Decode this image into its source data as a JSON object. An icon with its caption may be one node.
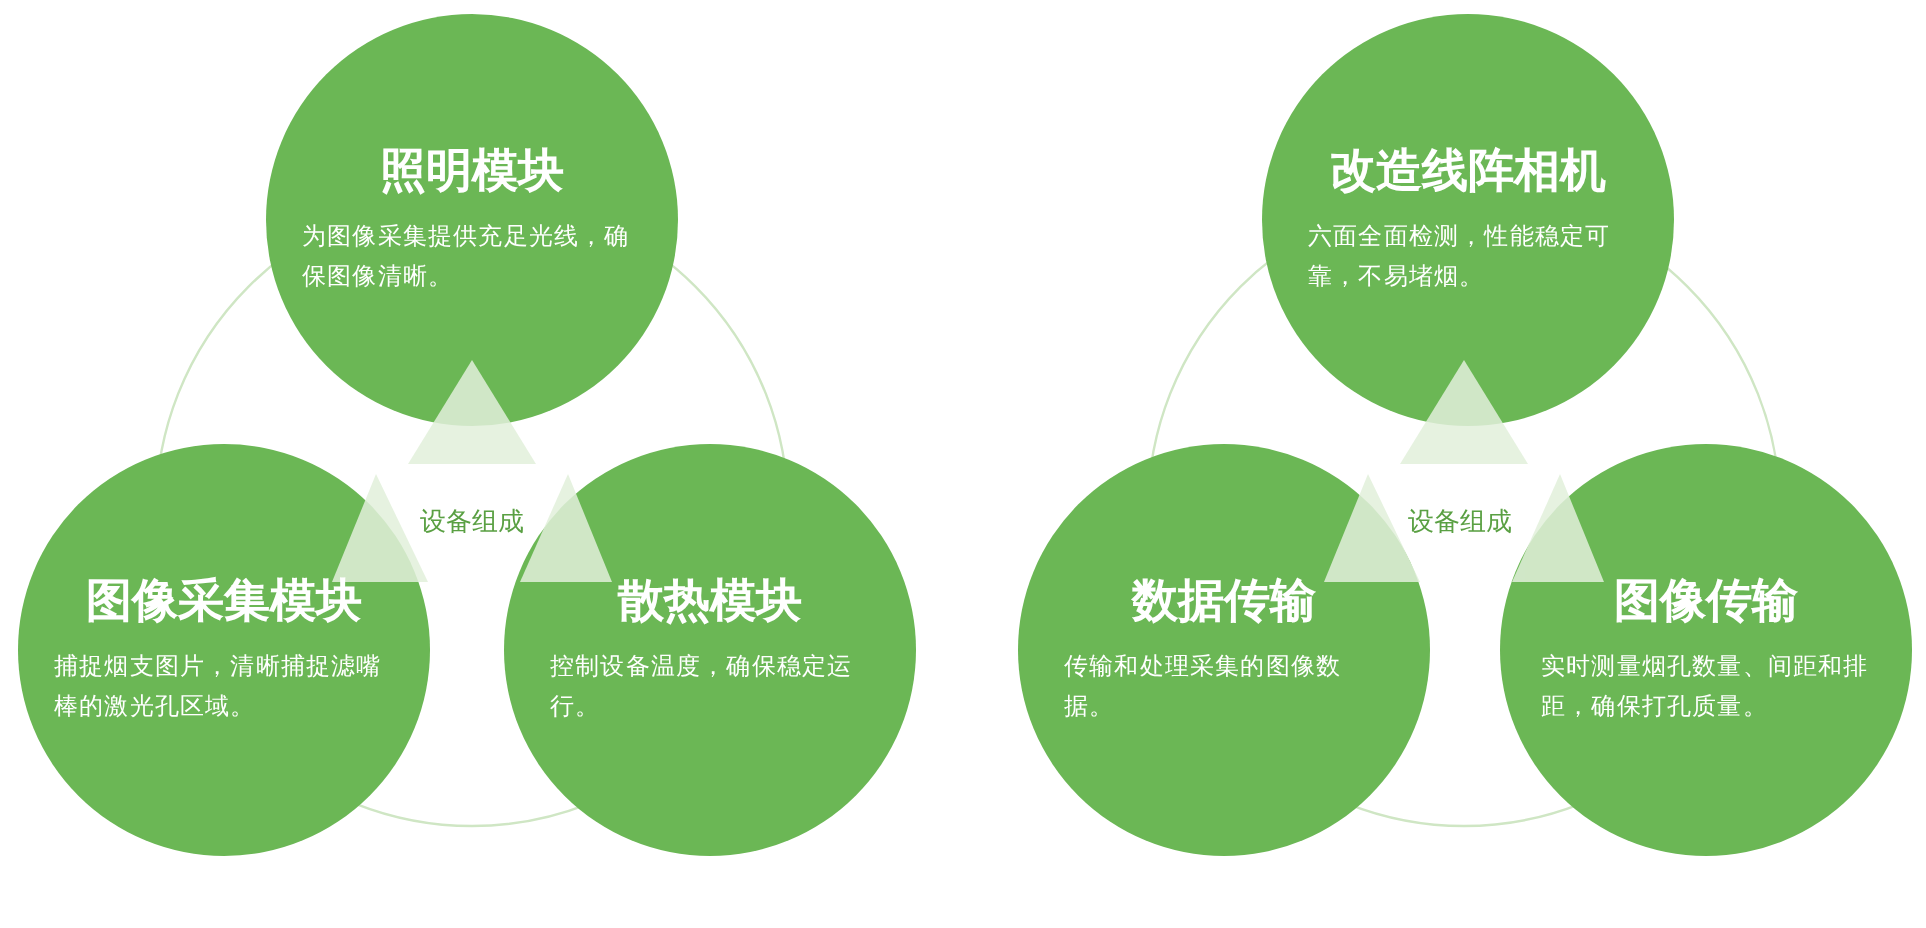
{
  "diagram": {
    "nodes": [
      {
        "text": [
          "照明模块",
          "为图像采集提供充足光线，确保图像清晰。"
        ]
      },
      {
        "text": [
          "设备组成"
        ]
      },
      {
        "text": [
          "图像采集模块",
          "捕捉烟支图片，清晰捕捉滤嘴棒的激光孔区域。"
        ]
      },
      {
        "text": [
          "散热模块",
          "控制设备温度，确保稳定运行。"
        ]
      },
      {
        "text": [
          "改造线阵相机",
          "六面全面检测，性能稳定可靠，不易堵烟。"
        ]
      },
      {
        "text": [
          "设备组成"
        ]
      },
      {
        "text": [
          "数据传输",
          "传输和处理采集的图像数据。"
        ]
      },
      {
        "text": [
          "图像传输",
          "实时测量烟孔数量、间距和排距，确保打孔质量。"
        ]
      }
    ]
  }
}
